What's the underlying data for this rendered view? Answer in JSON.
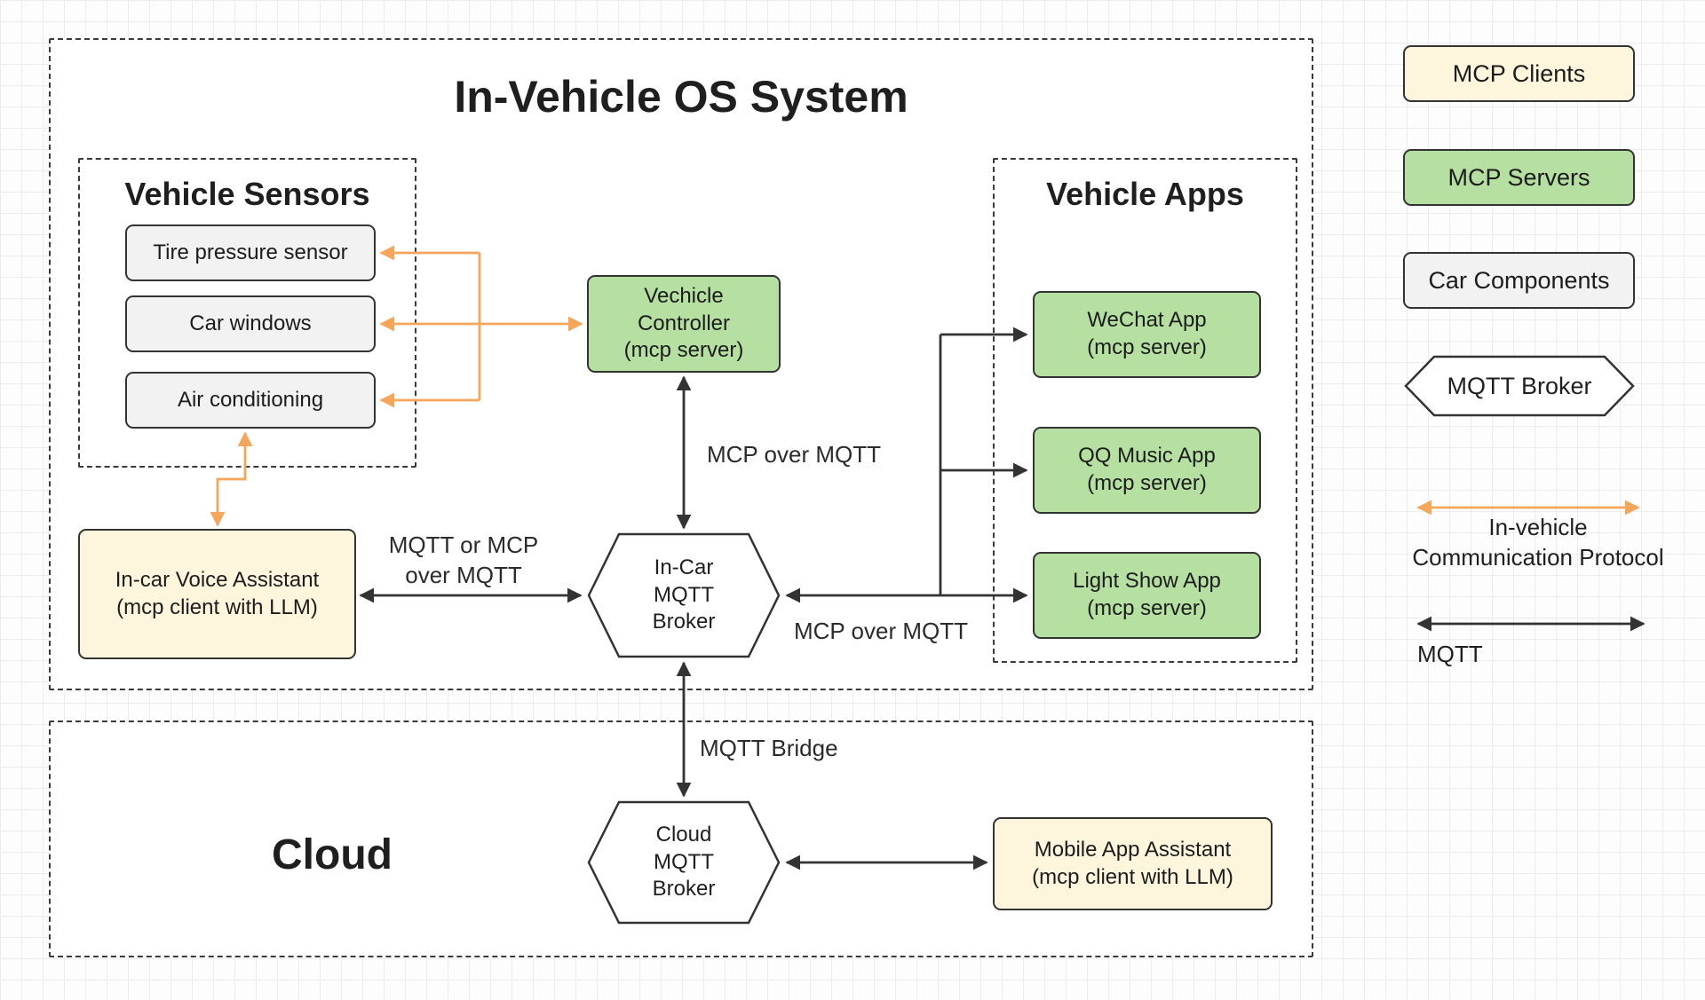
{
  "colors": {
    "green": "#b5e0a2",
    "cream": "#fdf6dd",
    "gray": "#f2f2f2",
    "stroke": "#333333",
    "orange": "#f5a65b"
  },
  "os": {
    "title": "In-Vehicle OS System",
    "sensors": {
      "title": "Vehicle Sensors",
      "tire": "Tire pressure sensor",
      "windows": "Car windows",
      "air": "Air conditioning"
    },
    "controller": {
      "name": "Vechicle Controller",
      "sub": "(mcp server)"
    },
    "apps": {
      "title": "Vehicle Apps",
      "wechat": {
        "name": "WeChat App",
        "sub": "(mcp server)"
      },
      "qq": {
        "name": "QQ Music App",
        "sub": "(mcp server)"
      },
      "light": {
        "name": "Light Show App",
        "sub": "(mcp server)"
      }
    },
    "voice": {
      "name": "In-car Voice Assistant",
      "sub": "(mcp client with LLM)"
    },
    "broker": "In-Car MQTT Broker"
  },
  "cloud": {
    "title": "Cloud",
    "broker": "Cloud MQTT Broker",
    "mobile": {
      "name": "Mobile App Assistant",
      "sub": "(mcp client with LLM)"
    }
  },
  "edges": {
    "mcp_over_mqtt_top": "MCP over MQTT",
    "mqtt_or_mcp_line1": "MQTT or MCP",
    "mqtt_or_mcp_line2": "over MQTT",
    "mcp_over_mqtt_right": "MCP over MQTT",
    "mqtt_bridge": "MQTT Bridge"
  },
  "legend": {
    "mcp_clients": "MCP Clients",
    "mcp_servers": "MCP Servers",
    "car_components": "Car Components",
    "mqtt_broker": "MQTT Broker",
    "invehicle_line1": "In-vehicle",
    "invehicle_line2": "Communication Protocol",
    "mqtt": "MQTT"
  }
}
